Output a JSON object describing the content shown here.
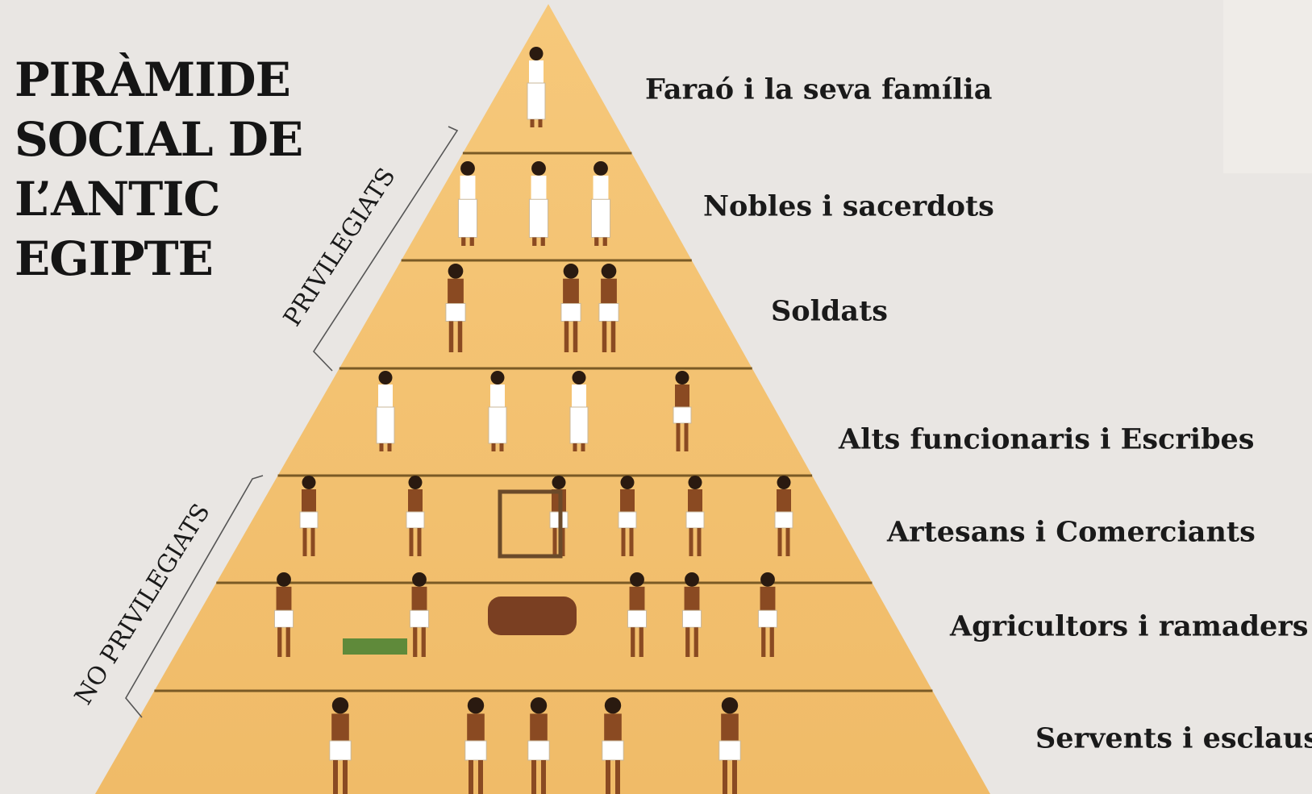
{
  "title_lines": [
    "PIRÀMIDE",
    "SOCIAL DE",
    "L’ANTIC",
    "EGIPTE"
  ],
  "groups": {
    "privileged": "PRIVILEGIATS",
    "non_privileged": "NO PRIVILEGIATS"
  },
  "levels": [
    {
      "label": "Faraó i la seva família"
    },
    {
      "label": "Nobles i sacerdots"
    },
    {
      "label": "Soldats"
    },
    {
      "label": "Alts funcionaris i Escribes"
    },
    {
      "label": "Artesans i Comerciants"
    },
    {
      "label": "Agricultors i ramaders"
    },
    {
      "label": "Servents i esclaus"
    }
  ],
  "colors": {
    "background": "#e9e6e3",
    "pyramid_fill": "#f3c270",
    "pyramid_shadow": "#e8b25c",
    "band_line": "#7a5a25",
    "figure_skin": "#8a4a22",
    "figure_cloth": "#ffffff",
    "text": "#151515"
  }
}
